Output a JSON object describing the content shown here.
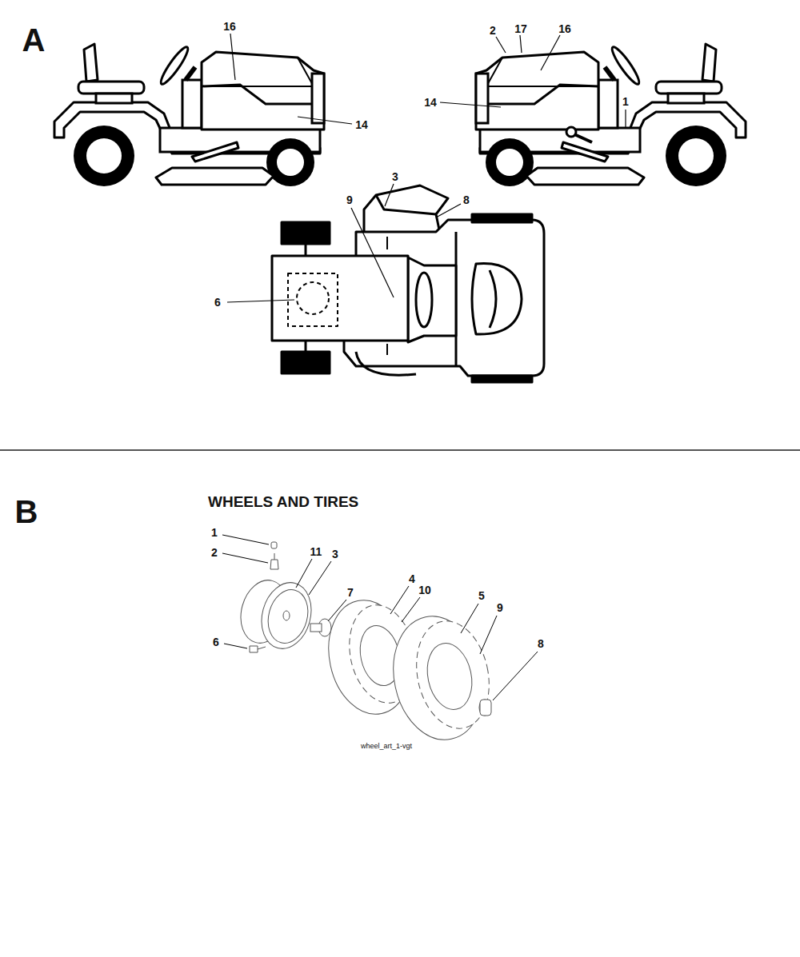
{
  "diagram": {
    "labels": [
      "A",
      "16",
      "14",
      "2",
      "17",
      "16",
      "14",
      "1",
      "3",
      "9",
      "8",
      "6",
      "B",
      "WHEELS AND TIRES",
      "1",
      "2",
      "11",
      "3",
      "6",
      "7",
      "4",
      "10",
      "5",
      "9",
      "8",
      "wheel_art_1-vgt"
    ]
  }
}
